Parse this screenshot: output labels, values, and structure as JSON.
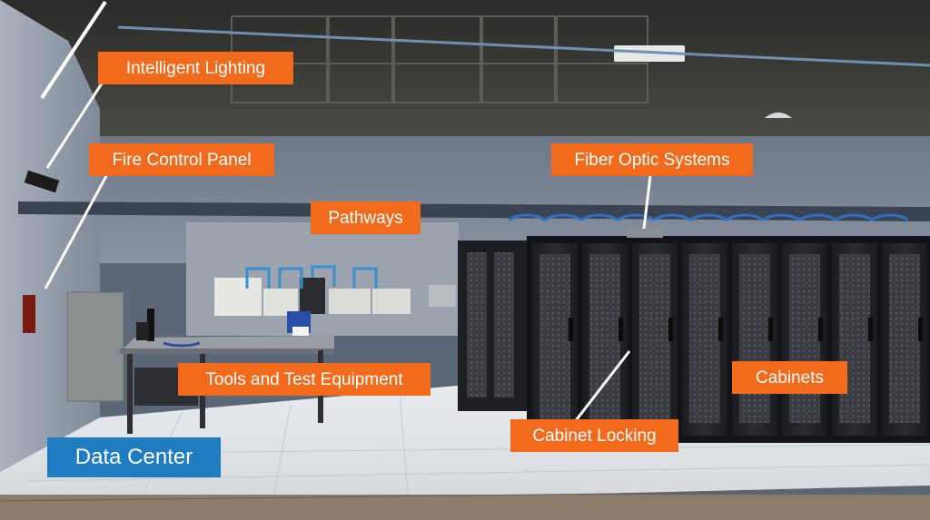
{
  "scene": {
    "title": "Data Center",
    "callouts": {
      "intelligent_lighting": "Intelligent Lighting",
      "fire_control_panel": "Fire Control Panel",
      "pathways": "Pathways",
      "fiber_optic_systems": "Fiber Optic Systems",
      "tools_and_test_equipment": "Tools and Test Equipment",
      "cabinets": "Cabinets",
      "cabinet_locking": "Cabinet Locking"
    }
  },
  "colors": {
    "callout_bg": "#f26b1d",
    "title_bg": "#1f7cc0",
    "callout_text": "#ffffff"
  }
}
